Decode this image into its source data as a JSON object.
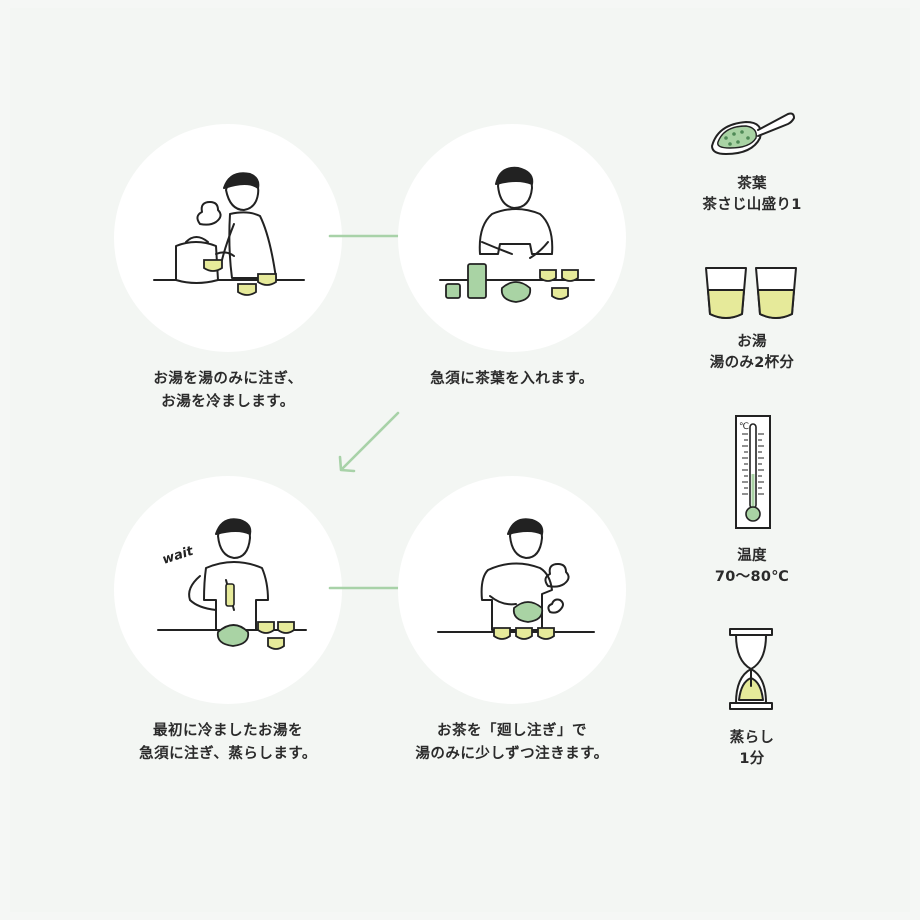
{
  "steps": [
    {
      "line1": "お湯を湯のみに注ぎ、",
      "line2": "お湯を冷まします。"
    },
    {
      "line1": "急須に茶葉を入れます。",
      "line2": ""
    },
    {
      "line1": "最初に冷ましたお湯を",
      "line2": "急須に注ぎ、蒸らします。",
      "wait": "wait"
    },
    {
      "line1": "お茶を「廻し注ぎ」で",
      "line2": "湯のみに少しずつ注きます。"
    }
  ],
  "sidebar": [
    {
      "icon": "tea-spoon-icon",
      "line1": "茶葉",
      "line2": "茶さじ山盛り1"
    },
    {
      "icon": "tea-cups-icon",
      "line1": "お湯",
      "line2": "湯のみ2杯分"
    },
    {
      "icon": "thermometer-icon",
      "line1": "温度",
      "line2": "70〜80℃",
      "unit": "℃"
    },
    {
      "icon": "hourglass-icon",
      "line1": "蒸らし",
      "line2": "1分"
    }
  ],
  "colors": {
    "accent": "#a8d2a8",
    "tea": "#e6ea9a",
    "green": "#a9d3a4",
    "line": "#222222",
    "background": "#f3f6f3",
    "circle": "#ffffff"
  }
}
